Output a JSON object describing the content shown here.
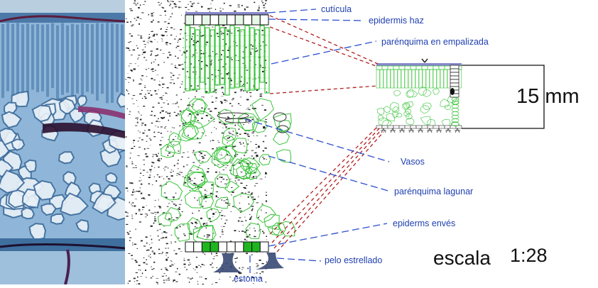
{
  "labels": {
    "cuticula": "cutícula",
    "epidermis_haz": "epidermis haz",
    "parenquima_empalizada": "parénquima en empalizada",
    "vasos": "Vasos",
    "parenquima_lagunar": "parénquima lagunar",
    "epidermis_enves": "epiderms envés",
    "pelo_estrellado": "pelo estrellado",
    "estoma": "estoma"
  },
  "measurement": "15 mm",
  "scale": {
    "word": "escala",
    "ratio": "1:28"
  },
  "colors": {
    "label_text": "#1f3fb0",
    "leader_line": "#2b4fcf",
    "projection_line": "#b02020",
    "cell_outline": "#39c43a",
    "cell_dark": "#1fb51f",
    "micrograph_blue": "#6d9cc6",
    "cuticle": "#8888cc"
  }
}
